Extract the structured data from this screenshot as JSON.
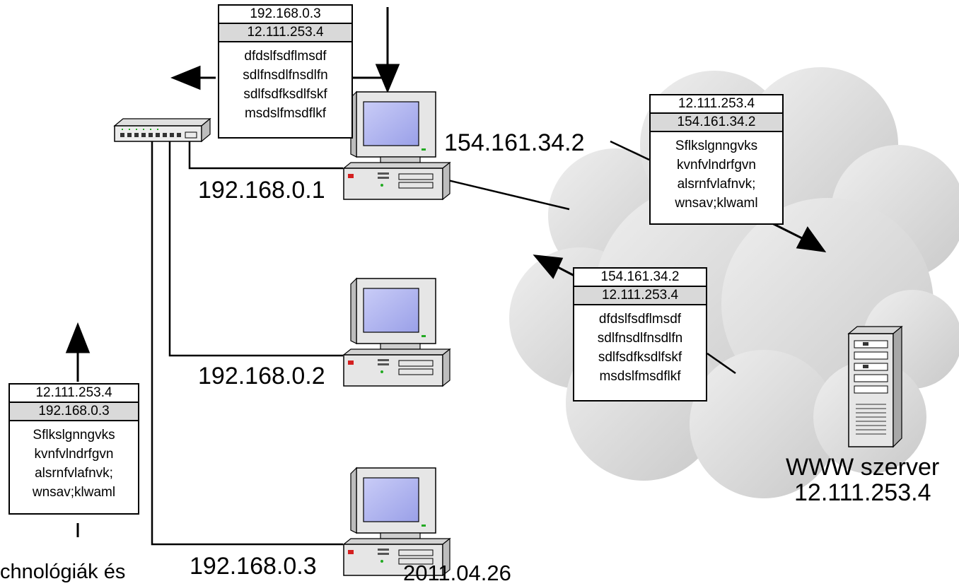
{
  "packets": {
    "top": {
      "src": "192.168.0.3",
      "dst": "12.111.253.4",
      "payload": [
        "dfdslfsdflmsdf",
        "sdlfnsdlfnsdlfn",
        "sdlfsdfksdlfskf",
        "msdslfmsdflkf"
      ]
    },
    "right_top": {
      "src": "12.111.253.4",
      "dst": "154.161.34.2",
      "payload": [
        "Sflkslgnngvks",
        "kvnfvlndrfgvn",
        "alsrnfvlafnvk;",
        "wnsav;klwaml"
      ]
    },
    "middle": {
      "src": "154.161.34.2",
      "dst": "12.111.253.4",
      "payload": [
        "dfdslfsdflmsdf",
        "sdlfnsdlfnsdlfn",
        "sdlfsdfksdlfskf",
        "msdslfmsdflkf"
      ]
    },
    "left": {
      "src": "12.111.253.4",
      "dst": "192.168.0.3",
      "payload": [
        "Sflkslgnngvks",
        "kvnfvlndrfgvn",
        "alsrnfvlafnvk;",
        "wnsav;klwaml"
      ]
    }
  },
  "labels": {
    "router_public_ip": "154.161.34.2",
    "pc1_ip": "192.168.0.1",
    "pc2_ip": "192.168.0.2",
    "pc3_ip": "192.168.0.3",
    "server_name": "WWW szerver",
    "server_ip": "12.111.253.4"
  },
  "footer": {
    "left_text": "chnológiák és",
    "date": "2011.04.26"
  },
  "colors": {
    "cloud": "#dcdcdc",
    "monitor_screen": "#b4b8f0",
    "computer_body": "#e6e6e6"
  }
}
